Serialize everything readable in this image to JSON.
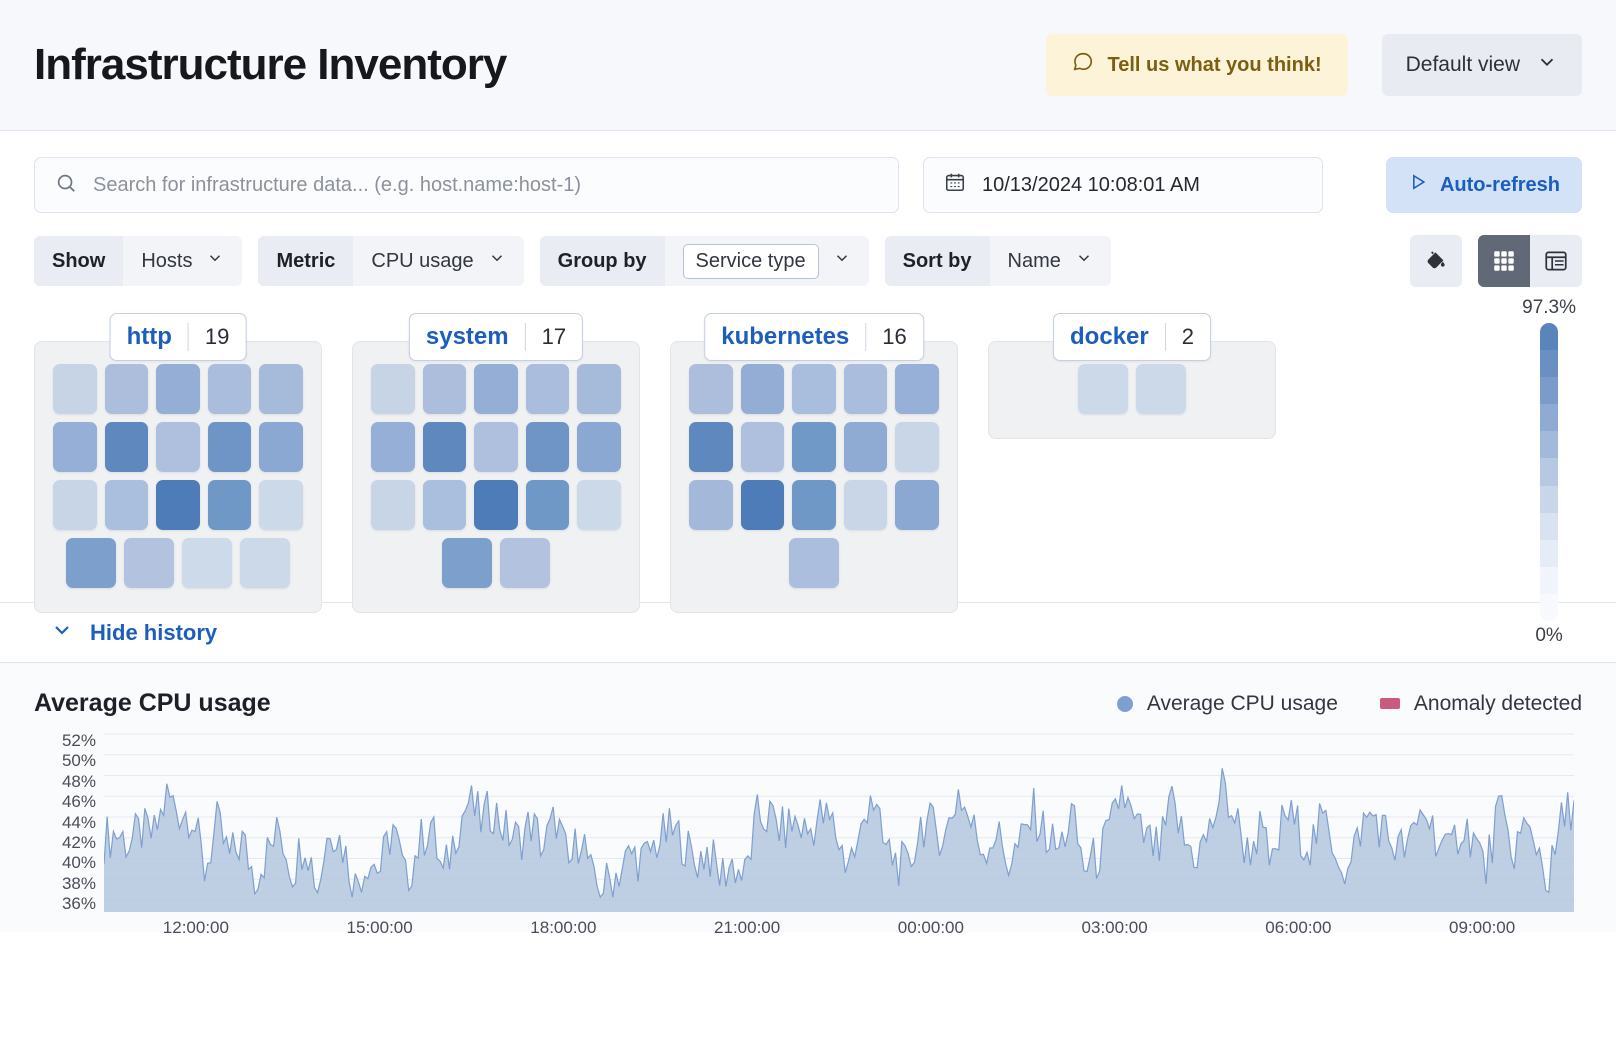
{
  "header": {
    "title": "Infrastructure Inventory",
    "feedback_label": "Tell us what you think!",
    "feedback_icon": "comment-icon",
    "view_label": "Default view",
    "view_icon": "chevron-down-icon"
  },
  "search": {
    "placeholder": "Search for infrastructure data... (e.g. host.name:host-1)",
    "value": "",
    "icon": "search-icon"
  },
  "date": {
    "value": "10/13/2024 10:08:01 AM",
    "icon": "calendar-icon"
  },
  "refresh": {
    "label": "Auto-refresh",
    "icon": "play-icon"
  },
  "filters": [
    {
      "label": "Show",
      "value": "Hosts",
      "boxed": false
    },
    {
      "label": "Metric",
      "value": "CPU usage",
      "boxed": false
    },
    {
      "label": "Group by",
      "value": "Service type",
      "boxed": true
    },
    {
      "label": "Sort by",
      "value": "Name",
      "boxed": false
    }
  ],
  "view_tools": {
    "legend_icon": "paint-bucket-icon",
    "grid_icon": "grid-view-icon",
    "table_icon": "table-view-icon",
    "active": "grid-view-icon"
  },
  "waffle": {
    "scale_max": "97.3%",
    "scale_min": "0%",
    "scale_colors": [
      "#5a84bc",
      "#6a8fc3",
      "#7b9ccb",
      "#8fabd3",
      "#a3b9db",
      "#b7c8e3",
      "#c9d6ea",
      "#d9e2f0",
      "#e6ecf6",
      "#f1f4fa",
      "#f7f9fc"
    ],
    "groups": [
      {
        "name": "http",
        "count": "19",
        "rows": [
          [
            "#c6d4e6",
            "#adbedd",
            "#94aed6",
            "#aabddc",
            "#a6bada"
          ],
          [
            "#95afd6",
            "#5f88bf",
            "#afc0de",
            "#6f95c6",
            "#8aa8d2"
          ],
          [
            "#c7d5e7",
            "#aabedd",
            "#4d7cb8",
            "#7098c7",
            "#ccd9e9"
          ],
          [
            "#7c9fcb",
            "#b2c2df",
            "#cddae9",
            "#ccd9e9"
          ]
        ]
      },
      {
        "name": "system",
        "count": "17",
        "rows": [
          [
            "#c6d4e6",
            "#adbedd",
            "#94aed6",
            "#aabddc",
            "#a6bada"
          ],
          [
            "#95afd6",
            "#5f88bf",
            "#afc0de",
            "#6f95c6",
            "#8aa8d2"
          ],
          [
            "#c7d5e7",
            "#aabedd",
            "#4d7cb8",
            "#7098c7",
            "#ccd9e9"
          ],
          [
            "#7c9fcb",
            "#b2c2df"
          ]
        ]
      },
      {
        "name": "kubernetes",
        "count": "16",
        "rows": [
          [
            "#adbedd",
            "#93add5",
            "#a9bddc",
            "#aabddc",
            "#97b0d7"
          ],
          [
            "#5f88bf",
            "#aec0de",
            "#7099c7",
            "#8fabd4",
            "#c8d6e8"
          ],
          [
            "#a4b9da",
            "#4d7cb8",
            "#7098c7",
            "#c8d6e8",
            "#8aa8d2"
          ],
          [
            "#acbedd"
          ]
        ]
      },
      {
        "name": "docker",
        "count": "2",
        "rows": [
          [
            "#ccd9e9",
            "#ccd9e9"
          ]
        ]
      }
    ]
  },
  "history": {
    "toggle_label": "Hide history",
    "toggle_icon": "chevron-down-icon"
  },
  "chart_data": {
    "type": "area",
    "title": "Average CPU usage",
    "xlabel": "",
    "ylabel": "",
    "grid": true,
    "legend_position": "top-right",
    "legend": [
      {
        "name": "Average CPU usage",
        "color": "#7e9fd0",
        "marker": "circle"
      },
      {
        "name": "Anomaly detected",
        "color": "#ca5b7e",
        "marker": "square"
      }
    ],
    "ytick_labels": [
      "52%",
      "50%",
      "48%",
      "46%",
      "44%",
      "42%",
      "40%",
      "38%",
      "36%"
    ],
    "ylim": [
      35,
      53
    ],
    "xtick_labels": [
      "12:00:00",
      "15:00:00",
      "18:00:00",
      "21:00:00",
      "00:00:00",
      "03:00:00",
      "06:00:00",
      "09:00:00"
    ],
    "series": [
      {
        "name": "Average CPU usage",
        "color": "#7e9fd0",
        "fill": "#b3c5de",
        "values": [
          41.6,
          42.3,
          41.2,
          42.4,
          41.9,
          46.2,
          44.7,
          44.4,
          38.2,
          43.1,
          39.5,
          41.4,
          37.6,
          40.1,
          42.6,
          38.2,
          41.8,
          36.4,
          43.4,
          40.9,
          36.6,
          39.5,
          38.4,
          43.0,
          37.0,
          40.8,
          43.4,
          37.3,
          42.5,
          45.7,
          43.6,
          44.9,
          42.4,
          41.5,
          43.3,
          40.8,
          43.9,
          38.5,
          42.6,
          36.2,
          36.8,
          38.2,
          40.0,
          39.2,
          41.3,
          42.4,
          41.6,
          39.0,
          40.4,
          37.6,
          39.0,
          37.4,
          43.9,
          44.0,
          42.5,
          43.4,
          42.3,
          44.1,
          43.2,
          39.4,
          40.5,
          47.1,
          41.0,
          39.3,
          38.1,
          43.4,
          42.8,
          42.0,
          46.8,
          43.2,
          40.6,
          42.3,
          39.1,
          41.1,
          44.5,
          42.0,
          40.3,
          44.2,
          38.6,
          39.5,
          42.0,
          46.9,
          43.0,
          41.4,
          40.2,
          45.4,
          41.2,
          39.9,
          42.3,
          47.2,
          44.0,
          40.2,
          42.5,
          38.4,
          44.6,
          42.9,
          40.8,
          43.6,
          41.0,
          37.6,
          42.8,
          44.3,
          42.2,
          40.5,
          41.0,
          45.0,
          42.2,
          39.6,
          43.2,
          41.8,
          38.2,
          44.9,
          40.0,
          42.6,
          41.3,
          36.9,
          43.3,
          45.8
        ]
      }
    ]
  }
}
